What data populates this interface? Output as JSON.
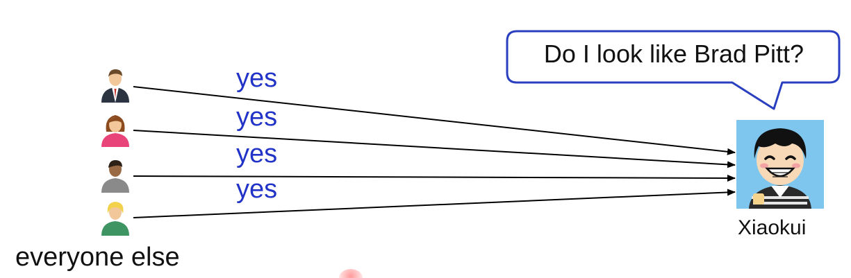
{
  "diagram": {
    "group_label": "everyone else",
    "target_label": "Xiaokui",
    "speech_bubble": "Do I look like Brad Pitt?",
    "responses": [
      "yes",
      "yes",
      "yes",
      "yes"
    ],
    "people": [
      {
        "icon": "businessman-icon"
      },
      {
        "icon": "woman-icon"
      },
      {
        "icon": "person-icon"
      },
      {
        "icon": "blond-person-icon"
      }
    ],
    "target_icon": "smiling-boy-avatar-icon",
    "colors": {
      "response_text": "#2233c8",
      "bubble_border": "#2a3fc0",
      "avatar_background": "#7fc6ee",
      "arrow": "#000000"
    }
  }
}
